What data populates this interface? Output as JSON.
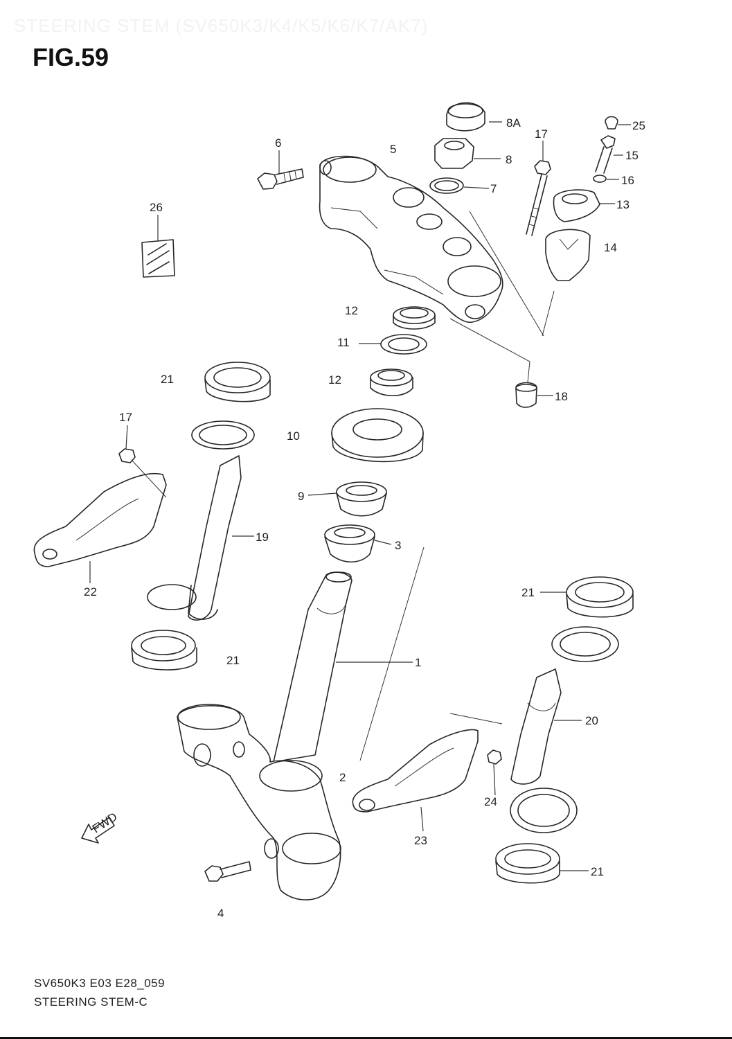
{
  "header": {
    "faded_title": "STEERING STEM (SV650K3/K4/K5/K6/K7/AK7)",
    "figure_label": "FIG.59"
  },
  "callouts": [
    "8A",
    "25",
    "17",
    "15",
    "6",
    "5",
    "8",
    "7",
    "16",
    "13",
    "26",
    "14",
    "12",
    "11",
    "12",
    "18",
    "21",
    "17",
    "10",
    "9",
    "19",
    "3",
    "22",
    "21",
    "21",
    "1",
    "20",
    "2",
    "24",
    "23",
    "21",
    "4"
  ],
  "fwd_badge": "FWD",
  "footer": {
    "drawing_code": "SV650K3 E03 E28_059",
    "caption": "STEERING STEM-C"
  }
}
